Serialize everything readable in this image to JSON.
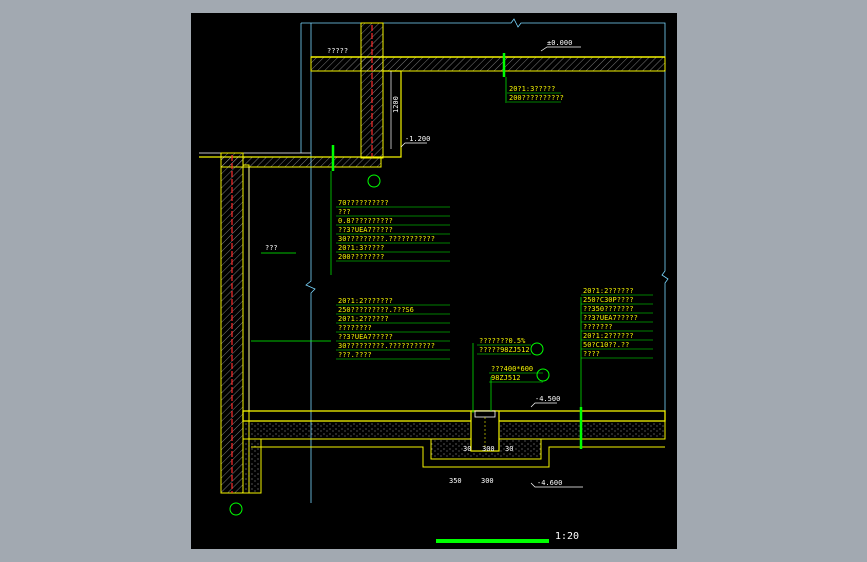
{
  "drawing": {
    "scale_label": "1:20",
    "level_top": "±0.000",
    "level_mid": "-1.200",
    "level_bottom": "-4.500",
    "level_pit": "-4.600",
    "dim_vertical": "1200",
    "wall_label": "??????",
    "top_left_label": "?????",
    "note_top": [
      "20?1:3?????",
      "200??????????"
    ],
    "note_wall": [
      "70??????????",
      "???",
      "0.8??????????",
      "??3?UEA7?????",
      "30?????????.???????????",
      "20?1:3?????",
      "200????????"
    ],
    "note_slab_left": [
      "20?1:2???????",
      "250?????????.???S6",
      "20?1:2??????",
      "????????",
      "??3?UEA7?????",
      "30?????????.???????????",
      "???.????"
    ],
    "note_right": [
      "20?1:2??????",
      "250?C30P????",
      "??350???????",
      "??3?UEA7?????",
      "???????",
      "20?1:2??????",
      "50?C10??.??",
      "????"
    ],
    "callout_a": [
      "???????0.5%",
      "?????98ZJ512"
    ],
    "callout_b": [
      "???400*600",
      "98ZJ512"
    ],
    "dims_pit": [
      "30",
      "300",
      "30"
    ],
    "dims_bottom": [
      "350",
      "300"
    ],
    "wall_dim": "???"
  },
  "colors": {
    "background": "#000000",
    "frame": "#ffffff",
    "concrete": "#f4f400",
    "hatch": "#ffffff",
    "notes": "#00ff00",
    "rebar": "#ff2a2a",
    "guide": "#7ad7ff",
    "scale_bar": "#00ff00"
  }
}
